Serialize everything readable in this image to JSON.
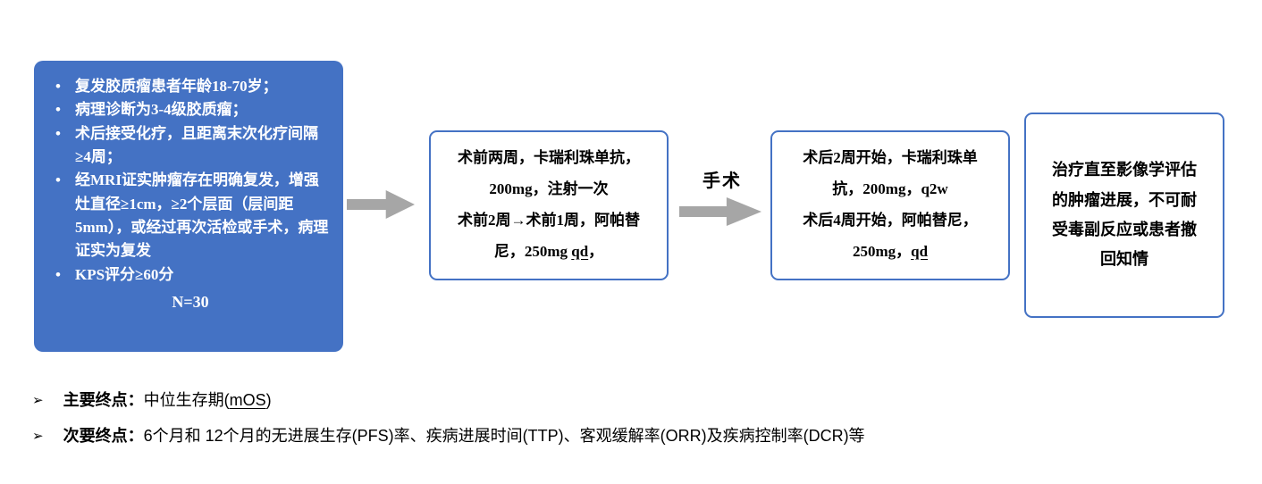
{
  "colors": {
    "accent_blue": "#4472C4",
    "arrow_gray": "#A6A6A6",
    "box_text": "#000000",
    "inclusion_text": "#FFFFFF"
  },
  "inclusion_box": {
    "items": [
      "复发胶质瘤患者年龄18-70岁；",
      "病理诊断为3-4级胶质瘤；",
      "术后接受化疗，且距离末次化疗间隔≥4周；",
      "经MRI证实肿瘤存在明确复发，增强灶直径≥1cm，≥2个层面（层间距5mm），或经过再次活检或手术，病理证实为复发",
      "KPS评分≥60分"
    ],
    "sample_size": "N=30"
  },
  "stage_pre_op": {
    "lines": [
      "术前两周，卡瑞利珠单抗，",
      "200mg，注射一次",
      "术前2周→术前1周，阿帕替"
    ],
    "line4_prefix": "尼，250mg ",
    "line4_underline": "qd",
    "line4_suffix": "，"
  },
  "surgery_label": "手术",
  "stage_post_op": {
    "lines": [
      "术后2周开始，卡瑞利珠单",
      "抗，200mg，q2w",
      "术后4周开始，阿帕替尼，"
    ],
    "line4_prefix": "250mg，",
    "line4_underline": "qd",
    "line4_suffix": ""
  },
  "stage_follow_up": {
    "lines": [
      "治疗直至影像学评估",
      "的肿瘤进展，不可耐",
      "受毒副反应或患者撤",
      "回知情"
    ]
  },
  "endpoints": {
    "primary": {
      "marker": "➢",
      "label": "主要终点：",
      "text_prefix": "中位生存期(",
      "underline": "mOS",
      "text_suffix": ")"
    },
    "secondary": {
      "marker": "➢",
      "label": "次要终点：",
      "text": "6个月和 12个月的无进展生存(PFS)率、疾病进展时间(TTP)、客观缓解率(ORR)及疾病控制率(DCR)等"
    }
  }
}
